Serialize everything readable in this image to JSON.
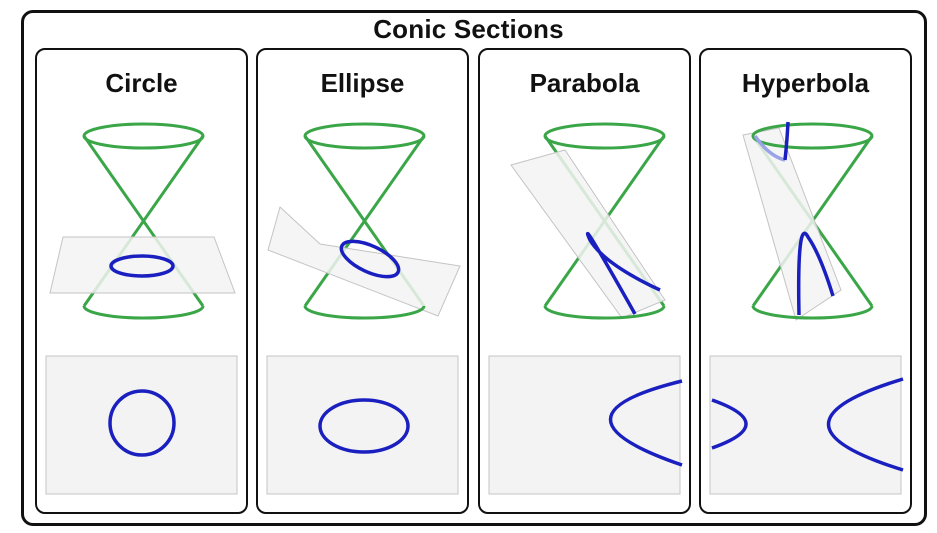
{
  "title": "Conic Sections",
  "panels": [
    {
      "id": "circle",
      "label": "Circle"
    },
    {
      "id": "ellipse",
      "label": "Ellipse"
    },
    {
      "id": "parabola",
      "label": "Parabola"
    },
    {
      "id": "hyperbola",
      "label": "Hyperbola"
    }
  ],
  "colors": {
    "cone": "#3aa648",
    "curve": "#1a1fbf",
    "curve_light": "#9aa3e6",
    "plane_fill": "#f3f3f3",
    "plane_stroke": "#c4c4c4",
    "border": "#111111"
  }
}
